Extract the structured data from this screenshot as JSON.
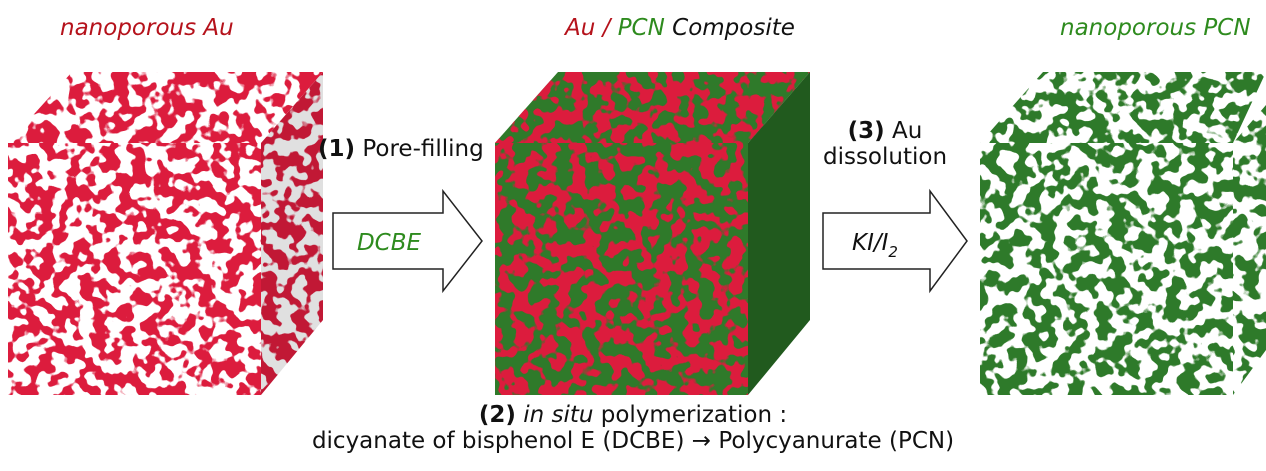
{
  "colors": {
    "gold": "#dc1a3c",
    "polymer": "#2f7a2a",
    "polymer_dark": "#215a1e",
    "gold_text": "#b5121b",
    "polymer_text": "#2e8b1e"
  },
  "titles": {
    "left": "nanoporous  Au",
    "middle_au": "Au",
    "middle_slash": " / ",
    "middle_pcn": "PCN",
    "middle_rest": " Composite",
    "right": "nanoporous  PCN"
  },
  "step1": {
    "number": "(1)",
    "text": " Pore-filling",
    "reagent": "DCBE"
  },
  "step3": {
    "number": "(3)",
    "text_line1": " Au",
    "text_line2": "dissolution",
    "reagent_main": "KI/I",
    "reagent_sub": "2"
  },
  "step2": {
    "number": "(2)",
    "italic": " in situ",
    "text": " polymerization :",
    "line2": "dicyanate of bisphenol E (DCBE) → Polycyanurate (PCN)"
  },
  "icons": {
    "arrow1": "block-arrow-right",
    "arrow2": "block-arrow-right"
  }
}
